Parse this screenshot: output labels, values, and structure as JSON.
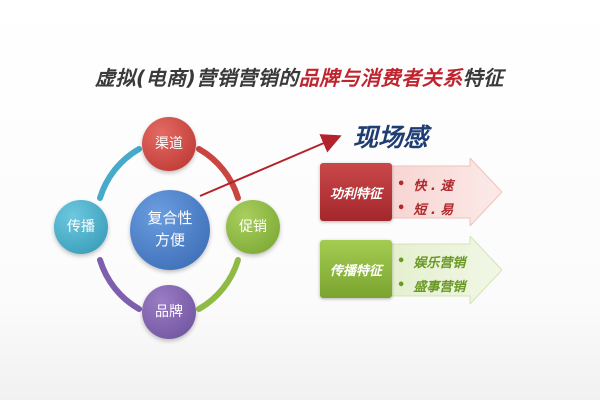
{
  "title": {
    "part1": "虚拟(电商)营销营销的",
    "highlight": "品牌与消费者关系",
    "part2": "特征"
  },
  "circle": {
    "center": [
      "复合性",
      "方便"
    ],
    "top": "渠道",
    "right": "促销",
    "bottom": "品牌",
    "left": "传播"
  },
  "presence_label": "现场感",
  "features": [
    {
      "label": "功利特征",
      "items": [
        "快 . 速",
        "短 . 易"
      ]
    },
    {
      "label": "传播特征",
      "items": [
        "娱乐营销",
        "盛事营销"
      ]
    }
  ],
  "colors": {
    "title_highlight": "#c0252f",
    "node_top": "#c94540",
    "node_right": "#8fbb45",
    "node_bottom": "#7d5fae",
    "node_left": "#45abc8",
    "node_center": "#4a7fc8",
    "arrow": "#b3232b",
    "presence": "#1f3d73",
    "feature1": "#b22b2f",
    "feature2": "#86b03a"
  },
  "bullet_symbol": "•"
}
